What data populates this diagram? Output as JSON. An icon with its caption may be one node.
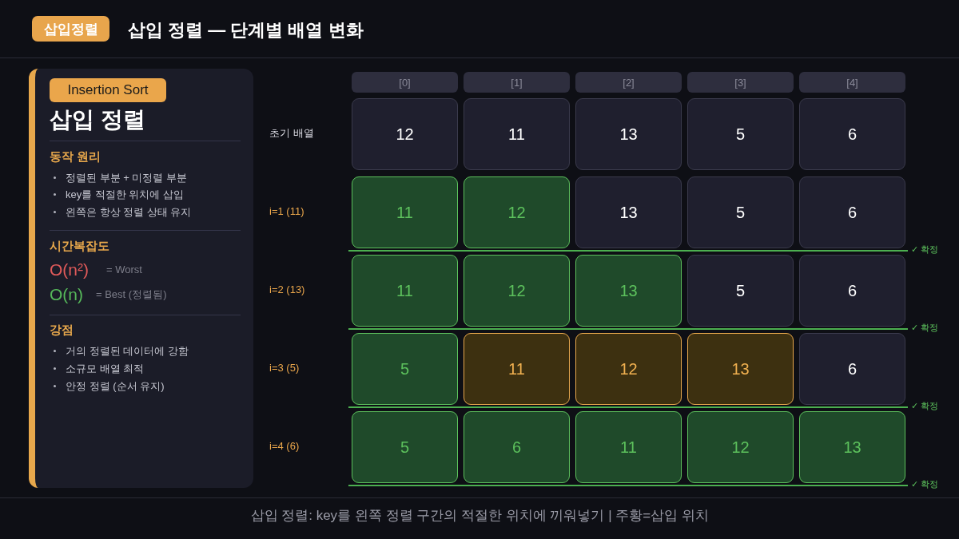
{
  "diagram": {
    "title": "삽입 정렬 — 단계별 배열 변화",
    "caption": "삽입 정렬: key를 왼쪽 정렬 구간의 적절한 위치에 끼워넣기 | 주황=삽입 위치",
    "nodes": [
      {
        "text": [
          "삽입정렬"
        ]
      },
      {
        "text": [
          "삽입 정렬",
          "동작 원리",
          "정렬된 부분 + 미정렬 부분",
          "key를 적절한 위치에 삽입",
          "왼쪽은 항상 정렬 상태 유지",
          "시간복잡도",
          "O(n²)",
          "= Worst",
          "O(n)",
          "= Best (정렬됨)",
          "강점",
          "거의 정렬된 데이터에 강함",
          "소규모 배열 최적",
          "안정 정렬 (순서 유지)"
        ]
      },
      {
        "text": [
          "Insertion Sort"
        ],
        "in": 1
      },
      {
        "text": [
          "[0]"
        ]
      },
      {
        "text": [
          "[1]"
        ]
      },
      {
        "text": [
          "[2]"
        ]
      },
      {
        "text": [
          "[3]"
        ]
      },
      {
        "text": [
          "[4]"
        ]
      },
      {
        "text": [
          "12"
        ]
      },
      {
        "text": [
          "11"
        ]
      },
      {
        "text": [
          "13"
        ]
      },
      {
        "text": [
          "5"
        ]
      },
      {
        "text": [
          "6"
        ]
      },
      {
        "text": [
          "11"
        ]
      },
      {
        "text": [
          "12"
        ]
      },
      {
        "text": [
          "13"
        ]
      },
      {
        "text": [
          "5"
        ]
      },
      {
        "text": [
          "6"
        ]
      },
      {
        "text": [
          "11"
        ]
      },
      {
        "text": [
          "12"
        ]
      },
      {
        "text": [
          "13"
        ]
      },
      {
        "text": [
          "5"
        ]
      },
      {
        "text": [
          "6"
        ]
      },
      {
        "text": [
          "5"
        ]
      },
      {
        "text": [
          "11"
        ]
      },
      {
        "text": [
          "12"
        ]
      },
      {
        "text": [
          "13"
        ]
      },
      {
        "text": [
          "6"
        ]
      },
      {
        "text": [
          "5"
        ]
      },
      {
        "text": [
          "6"
        ]
      },
      {
        "text": [
          "11"
        ]
      },
      {
        "text": [
          "12"
        ]
      },
      {
        "text": [
          "13"
        ]
      }
    ],
    "labels": [
      "초기 배열",
      "i=1 (11)",
      "✓ 확정",
      "i=2 (13)",
      "✓ 확정",
      "i=3 (5)",
      "✓ 확정",
      "i=4 (6)",
      "✓ 확정"
    ]
  }
}
